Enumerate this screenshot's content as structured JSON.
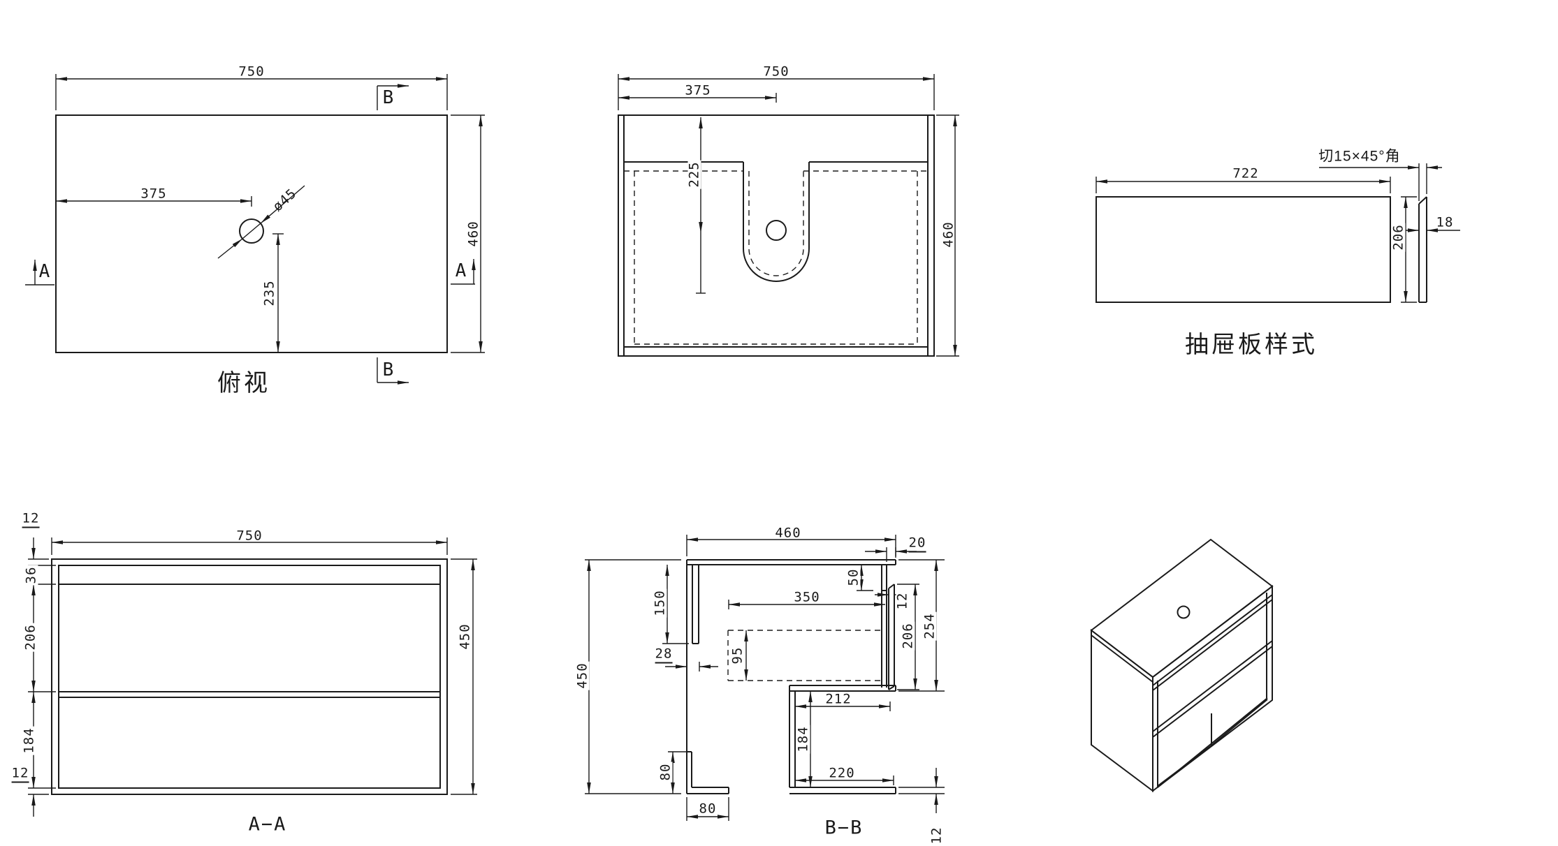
{
  "page": {
    "background": "#ffffff",
    "line_color": "#1a1a1a"
  },
  "top_view": {
    "title": "俯视",
    "marker_a": "A",
    "marker_b": "B",
    "dim_width": "750",
    "dim_hole_x": "375",
    "dim_hole_dia": "ø45",
    "dim_hole_y": "235",
    "dim_depth": "460"
  },
  "front_view": {
    "dim_width": "750",
    "dim_center": "375",
    "dim_cutout": "225",
    "dim_height": "460"
  },
  "drawer_panel": {
    "title": "抽屉板样式",
    "note": "切15×45°角",
    "dim_width": "722",
    "dim_height": "206",
    "dim_thickness": "18"
  },
  "section_aa": {
    "title": "A−A",
    "dim_width": "750",
    "dim_height": "450",
    "dim_top_thk": "12",
    "dim_rail": "36",
    "dim_drawer": "206",
    "dim_shelf": "184",
    "dim_bottom_thk": "12"
  },
  "section_bb": {
    "title": "B−B",
    "dim_depth": "460",
    "dim_height": "450",
    "dim_overhang": "20",
    "dim_rail_drop": "50",
    "dim_back_drop": "150",
    "dim_drawer_depth": "350",
    "dim_back_thk": "28",
    "dim_drawer_inner": "95",
    "dim_front_thk": "12",
    "dim_front_height": "206",
    "dim_front_total": "254",
    "dim_shelf_depth": "212",
    "dim_shelf_height": "184",
    "dim_bottom_depth": "220",
    "dim_back_bottom_h": "80",
    "dim_bottom_back_w": "80",
    "dim_bottom_thk": "12"
  }
}
